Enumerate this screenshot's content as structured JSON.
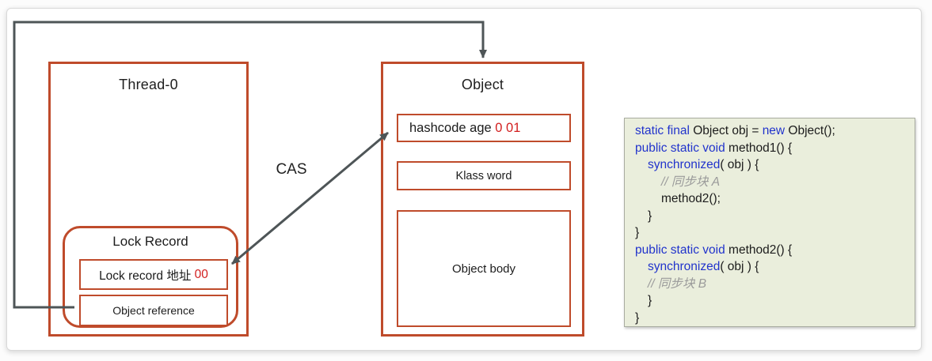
{
  "diagram": {
    "thread_box": {
      "title": "Thread-0"
    },
    "lock_record_box": {
      "title": "Lock Record",
      "address_row": {
        "label": "Lock record 地址 ",
        "value": "00"
      },
      "reference_row": {
        "label": "Object reference"
      }
    },
    "object_box": {
      "title": "Object",
      "markword_row": {
        "label": "hashcode age ",
        "value": "0 01"
      },
      "klass_row": {
        "label": "Klass word"
      },
      "body_row": {
        "label": "Object body"
      }
    },
    "cas_label": "CAS"
  },
  "code": {
    "lines": [
      {
        "indent": 0,
        "segments": [
          {
            "t": "static final",
            "c": "kw"
          },
          {
            "t": " Object obj = ",
            "c": "pl"
          },
          {
            "t": "new",
            "c": "kw"
          },
          {
            "t": " Object();",
            "c": "pl"
          }
        ]
      },
      {
        "indent": 0,
        "segments": [
          {
            "t": "public static void",
            "c": "kw"
          },
          {
            "t": " method1() {",
            "c": "pl"
          }
        ]
      },
      {
        "indent": 1,
        "segments": [
          {
            "t": "synchronized",
            "c": "kw"
          },
          {
            "t": "( obj ) {",
            "c": "pl"
          }
        ]
      },
      {
        "indent": 2,
        "segments": [
          {
            "t": "// 同步块 A",
            "c": "cm"
          }
        ]
      },
      {
        "indent": 2,
        "segments": [
          {
            "t": "method2();",
            "c": "pl"
          }
        ]
      },
      {
        "indent": 1,
        "segments": [
          {
            "t": "}",
            "c": "pl"
          }
        ]
      },
      {
        "indent": 0,
        "segments": [
          {
            "t": "}",
            "c": "pl"
          }
        ]
      },
      {
        "indent": 0,
        "segments": [
          {
            "t": "public static void",
            "c": "kw"
          },
          {
            "t": " method2() {",
            "c": "pl"
          }
        ]
      },
      {
        "indent": 1,
        "segments": [
          {
            "t": "synchronized",
            "c": "kw"
          },
          {
            "t": "( obj ) {",
            "c": "pl"
          }
        ]
      },
      {
        "indent": 1,
        "segments": [
          {
            "t": "// 同步块 B",
            "c": "cm"
          }
        ]
      },
      {
        "indent": 1,
        "segments": [
          {
            "t": "}",
            "c": "pl"
          }
        ]
      },
      {
        "indent": 0,
        "segments": [
          {
            "t": "}",
            "c": "pl"
          }
        ]
      }
    ]
  },
  "colors": {
    "border_red": "#bf4b2b",
    "value_red": "#d21e1e",
    "keyword_blue": "#2133cc",
    "comment_gray": "#9a9a9a",
    "arrow_gray": "#4e5557",
    "code_bg": "#eaeedc"
  }
}
